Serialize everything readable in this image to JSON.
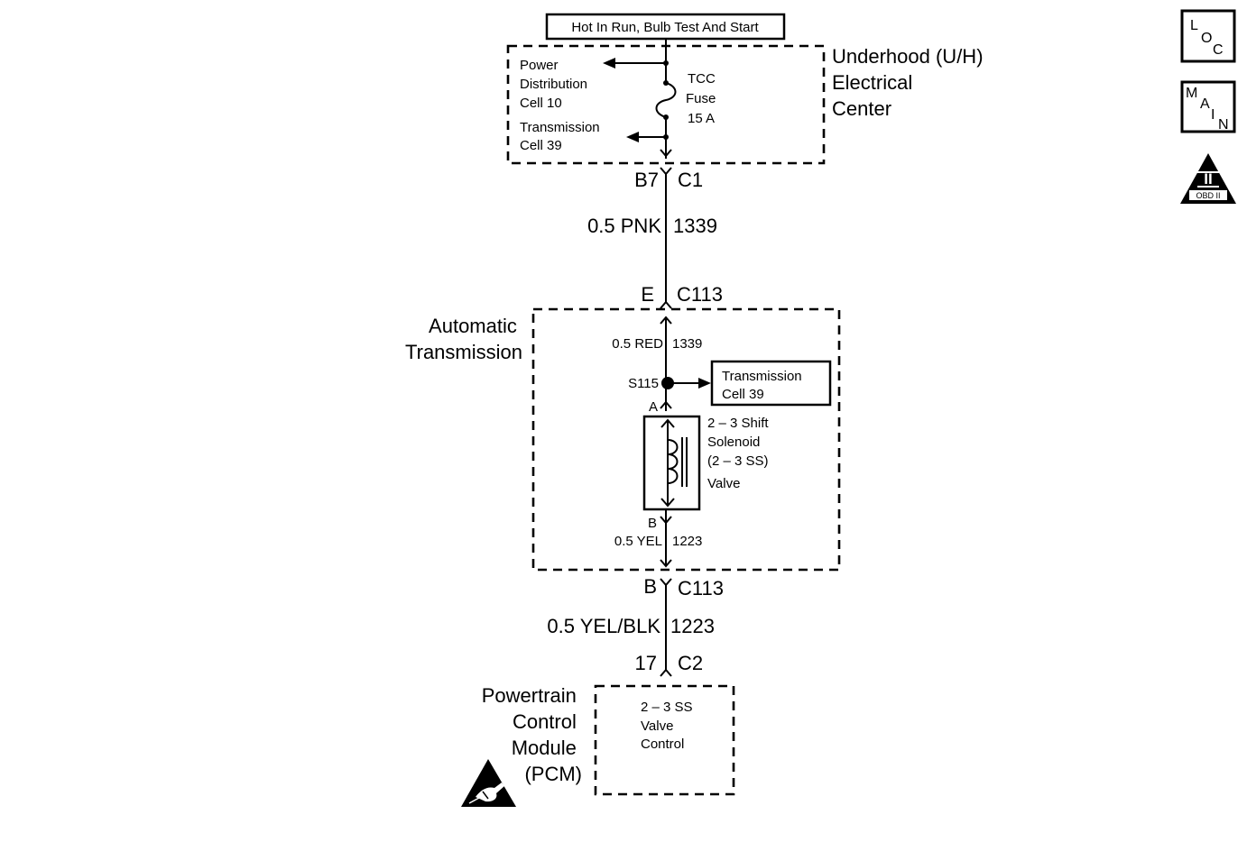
{
  "power_source": "Hot In Run, Bulb Test And Start",
  "underhood": {
    "title_lines": [
      "Underhood (U/H)",
      "Electrical",
      "Center"
    ],
    "ref1_lines": [
      "Power",
      "Distribution",
      "Cell 10"
    ],
    "ref2_lines": [
      "Transmission",
      "Cell 39"
    ],
    "fuse_lines": [
      "TCC",
      "Fuse",
      "15 A"
    ],
    "connector_pin": "B7",
    "connector_id": "C1"
  },
  "wire1": {
    "gauge_color": "0.5 PNK",
    "circuit": "1339"
  },
  "c113_top": {
    "pin": "E",
    "id": "C113"
  },
  "transmission": {
    "title_lines": [
      "Automatic",
      "Transmission"
    ],
    "wire_top": {
      "gauge_color": "0.5 RED",
      "circuit": "1339"
    },
    "splice": "S115",
    "splice_ref_lines": [
      "Transmission",
      "Cell 39"
    ],
    "solenoid_pin_top": "A",
    "solenoid_pin_bottom": "B",
    "solenoid_lines": [
      "2 – 3 Shift",
      "Solenoid",
      "(2 – 3 SS)",
      "Valve"
    ],
    "wire_bottom": {
      "gauge_color": "0.5 YEL",
      "circuit": "1223"
    }
  },
  "c113_bottom": {
    "pin": "B",
    "id": "C113"
  },
  "wire2": {
    "gauge_color": "0.5 YEL/BLK",
    "circuit": "1223"
  },
  "pcm_connector": {
    "pin": "17",
    "id": "C2"
  },
  "pcm": {
    "title_lines": [
      "Powertrain",
      "Control",
      "Module",
      "(PCM)"
    ],
    "function_lines": [
      "2 – 3 SS",
      "Valve",
      "Control"
    ]
  },
  "side_icons": {
    "loc": [
      "L",
      "O",
      "C"
    ],
    "main": [
      "M",
      "A",
      "I",
      "N"
    ],
    "obd": {
      "roman": "II",
      "label": "OBD II"
    }
  },
  "esd_icon": "esd-warning-icon"
}
